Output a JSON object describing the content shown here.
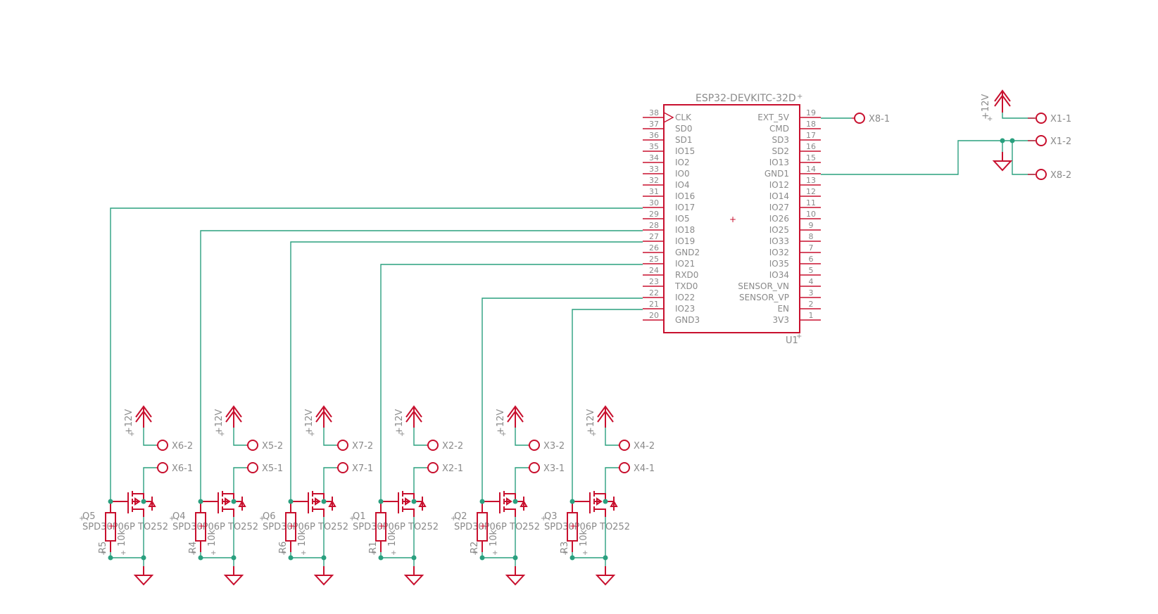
{
  "esp32": {
    "name": "ESP32-DEVKITC-32D",
    "ref": "U1",
    "left_pins": [
      {
        "num": "38",
        "name": "CLK"
      },
      {
        "num": "37",
        "name": "SD0"
      },
      {
        "num": "36",
        "name": "SD1"
      },
      {
        "num": "35",
        "name": "IO15"
      },
      {
        "num": "34",
        "name": "IO2"
      },
      {
        "num": "33",
        "name": "IO0"
      },
      {
        "num": "32",
        "name": "IO4"
      },
      {
        "num": "31",
        "name": "IO16"
      },
      {
        "num": "30",
        "name": "IO17"
      },
      {
        "num": "29",
        "name": "IO5"
      },
      {
        "num": "28",
        "name": "IO18"
      },
      {
        "num": "27",
        "name": "IO19"
      },
      {
        "num": "26",
        "name": "GND2"
      },
      {
        "num": "25",
        "name": "IO21"
      },
      {
        "num": "24",
        "name": "RXD0"
      },
      {
        "num": "23",
        "name": "TXD0"
      },
      {
        "num": "22",
        "name": "IO22"
      },
      {
        "num": "21",
        "name": "IO23"
      },
      {
        "num": "20",
        "name": "GND3"
      }
    ],
    "right_pins": [
      {
        "num": "19",
        "name": "EXT_5V"
      },
      {
        "num": "18",
        "name": "CMD"
      },
      {
        "num": "17",
        "name": "SD3"
      },
      {
        "num": "16",
        "name": "SD2"
      },
      {
        "num": "15",
        "name": "IO13"
      },
      {
        "num": "14",
        "name": "GND1"
      },
      {
        "num": "13",
        "name": "IO12"
      },
      {
        "num": "12",
        "name": "IO14"
      },
      {
        "num": "11",
        "name": "IO27"
      },
      {
        "num": "10",
        "name": "IO26"
      },
      {
        "num": "9",
        "name": "IO25"
      },
      {
        "num": "8",
        "name": "IO33"
      },
      {
        "num": "7",
        "name": "IO32"
      },
      {
        "num": "6",
        "name": "IO35"
      },
      {
        "num": "5",
        "name": "IO34"
      },
      {
        "num": "4",
        "name": "SENSOR_VN"
      },
      {
        "num": "3",
        "name": "SENSOR_VP"
      },
      {
        "num": "2",
        "name": "EN"
      },
      {
        "num": "1",
        "name": "3V3"
      }
    ]
  },
  "power": {
    "supply": "+12V",
    "connectors": [
      "X1-1",
      "X1-2",
      "X8-1",
      "X8-2"
    ]
  },
  "drivers": [
    {
      "q": "Q5",
      "part": "SPD30P06P TO252",
      "r": "R5",
      "rval": "10k",
      "c1": "X6-1",
      "c2": "X6-2",
      "supply": "+12V",
      "esp_pin": "30"
    },
    {
      "q": "Q4",
      "part": "SPD30P06P TO252",
      "r": "R4",
      "rval": "10k",
      "c1": "X5-1",
      "c2": "X5-2",
      "supply": "+12V",
      "esp_pin": "28"
    },
    {
      "q": "Q6",
      "part": "SPD30P06P TO252",
      "r": "R6",
      "rval": "10k",
      "c1": "X7-1",
      "c2": "X7-2",
      "supply": "+12V",
      "esp_pin": "27"
    },
    {
      "q": "Q1",
      "part": "SPD30P06P TO252",
      "r": "R1",
      "rval": "10k",
      "c1": "X2-1",
      "c2": "X2-2",
      "supply": "+12V",
      "esp_pin": "25"
    },
    {
      "q": "Q2",
      "part": "SPD30P06P TO252",
      "r": "R2",
      "rval": "10k",
      "c1": "X3-1",
      "c2": "X3-2",
      "supply": "+12V",
      "esp_pin": "22"
    },
    {
      "q": "Q3",
      "part": "SPD30P06P TO252",
      "r": "R3",
      "rval": "10k",
      "c1": "X4-1",
      "c2": "X4-2",
      "supply": "+12V",
      "esp_pin": "21"
    }
  ],
  "colors": {
    "symbol": "#c8102e",
    "wire": "#2aa07f",
    "text": "#8a8a8a"
  }
}
